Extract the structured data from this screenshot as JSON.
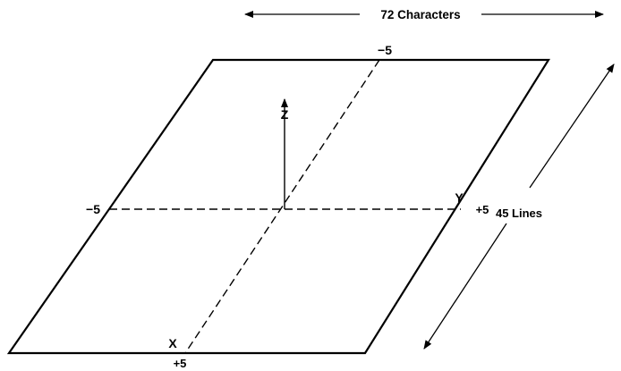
{
  "dimensions": {
    "width_label": "72 Characters",
    "depth_label": "45 Lines"
  },
  "axes": {
    "x_name": "X",
    "y_name": "Y",
    "z_name": "Z",
    "x_min_label": "−5",
    "x_max_label": "+5",
    "y_min_label": "−5",
    "y_max_label": "+5"
  },
  "colors": {
    "ink": "#000000",
    "background": "#ffffff"
  }
}
